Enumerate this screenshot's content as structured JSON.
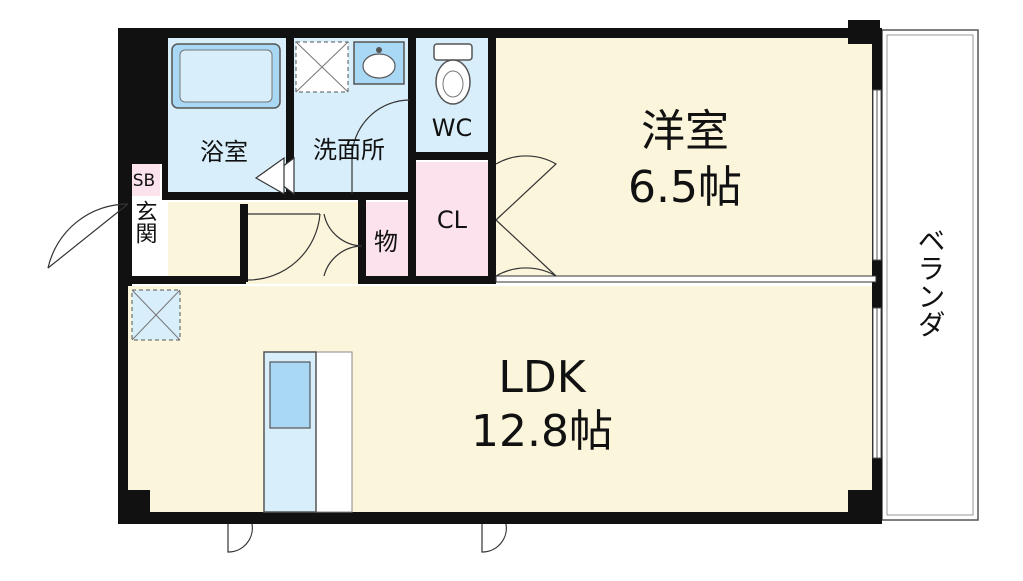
{
  "rooms": {
    "western_room": {
      "name": "洋室",
      "size": "6.5帖"
    },
    "ldk": {
      "name": "LDK",
      "size": "12.8帖"
    },
    "bath": {
      "name": "浴室"
    },
    "washroom": {
      "name": "洗面所"
    },
    "wc": {
      "name": "WC"
    },
    "closet": {
      "name": "CL"
    },
    "storage": {
      "name": "物"
    },
    "shoe_box": {
      "name": "SB"
    },
    "entrance": {
      "name": "玄関"
    },
    "balcony": {
      "name": "ベランダ"
    }
  },
  "colors": {
    "wall": "#111111",
    "floor": "#fbf5dc",
    "wet_area": "#d8eefb",
    "closet": "#fbe2ec",
    "fixture": "#a9d8f4",
    "line": "#555555"
  }
}
